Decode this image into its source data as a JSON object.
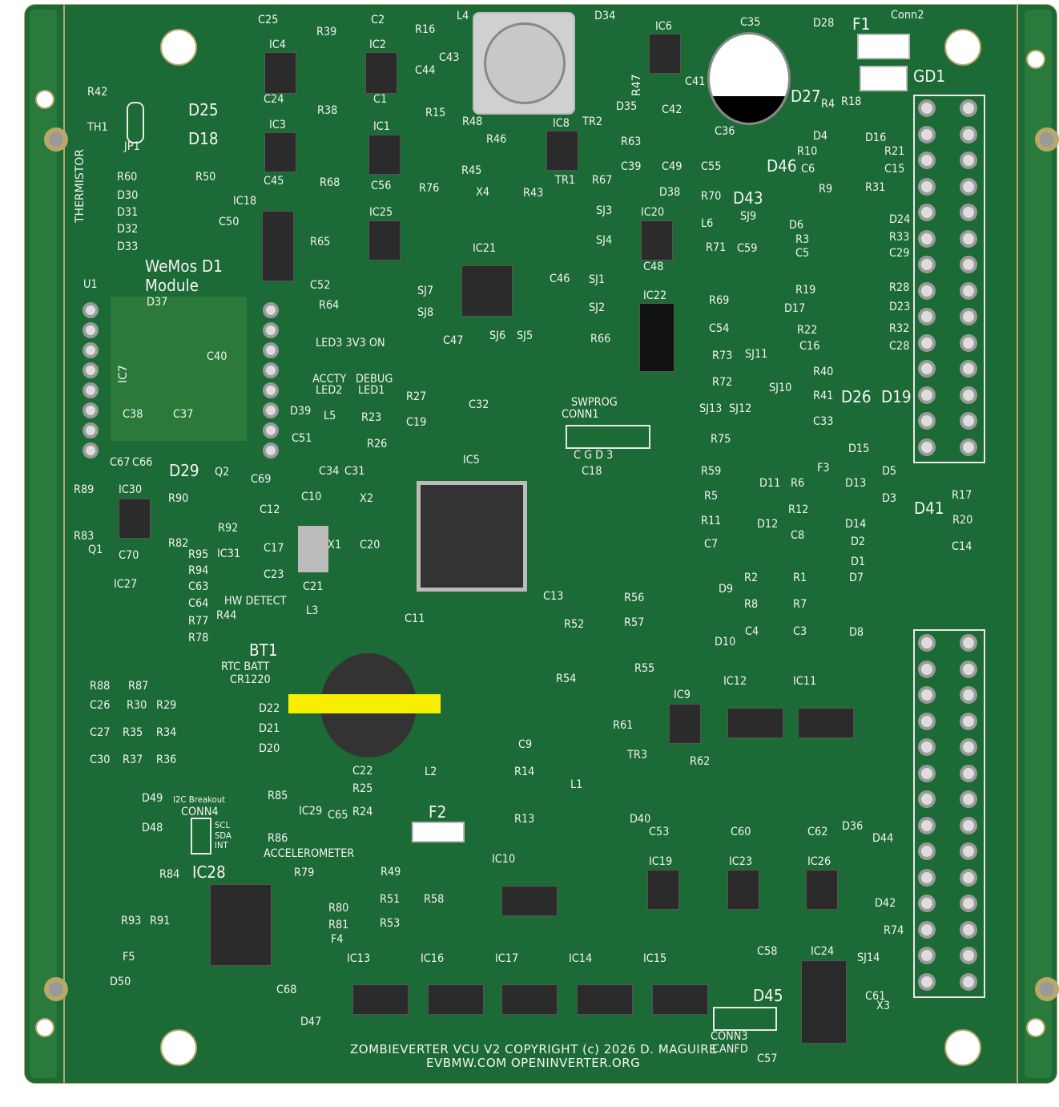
{
  "board": {
    "title_line1": "ZOMBIEVERTER VCU V2 COPYRIGHT (c) 2026 D. MAGUIRE",
    "title_line2": "EVBMW.COM OPENINVERTER.ORG",
    "soldermask_color": "#1c6a35",
    "silk_color": "#f4f4f4"
  },
  "labels": [
    "C25",
    "R39",
    "C2",
    "R16",
    "L4",
    "D34",
    "IC6",
    "C35",
    "F1",
    "Conn2",
    "D28",
    "GD1",
    "IC4",
    "IC2",
    "C43",
    "C44",
    "R47",
    "C41",
    "D27",
    "R4",
    "R18",
    "R42",
    "D25",
    "TH1",
    "JP1",
    "D18",
    "C24",
    "R38",
    "C1",
    "R15",
    "R48",
    "IC8",
    "TR2",
    "D35",
    "C42",
    "C36",
    "D4",
    "D16",
    "IC3",
    "IC1",
    "R46",
    "R63",
    "R10",
    "R21",
    "D46",
    "C6",
    "C15",
    "THERMISTOR",
    "R60",
    "R50",
    "C45",
    "R68",
    "C56",
    "R76",
    "R45",
    "TR1",
    "R67",
    "C39",
    "C49",
    "C55",
    "X4",
    "R43",
    "D38",
    "R70",
    "D43",
    "R9",
    "R31",
    "D30",
    "IC18",
    "IC25",
    "SJ3",
    "IC20",
    "SJ9",
    "L6",
    "D6",
    "D24",
    "D31",
    "C50",
    "R3",
    "R33",
    "D32",
    "R65",
    "SJ4",
    "R71",
    "C59",
    "C5",
    "C29",
    "D33",
    "WeMos D1",
    "Module",
    "IC21",
    "C48",
    "SJ1",
    "C46",
    "U1",
    "C52",
    "SJ7",
    "R19",
    "R28",
    "IC22",
    "D37",
    "R64",
    "SJ8",
    "SJ2",
    "R69",
    "D17",
    "D23",
    "C54",
    "R22",
    "R32",
    "LED3 3V3 ON",
    "C47",
    "SJ6",
    "SJ5",
    "R66",
    "C16",
    "C28",
    "R73",
    "SJ11",
    "C40",
    "IC7",
    "ACCTY",
    "DEBUG",
    "LED2",
    "LED1",
    "R72",
    "R40",
    "R27",
    "SJ10",
    "D26",
    "D19",
    "R41",
    "SWPROG",
    "C32",
    "C38",
    "C37",
    "D39",
    "L5",
    "R23",
    "C19",
    "CONN1",
    "SJ13",
    "SJ12",
    "C33",
    "C51",
    "R26",
    "R75",
    "D15",
    "C  G  D  3",
    "F3",
    "C67",
    "C66",
    "D29",
    "Q2",
    "C34",
    "C31",
    "IC5",
    "C18",
    "R59",
    "D5",
    "C69",
    "R89",
    "IC30",
    "D11",
    "R6",
    "D13",
    "X2",
    "R5",
    "D3",
    "R90",
    "C12",
    "C10",
    "D41",
    "R17",
    "R12",
    "R83",
    "R92",
    "R11",
    "D12",
    "R20",
    "D14",
    "Q1",
    "R82",
    "C8",
    "X1",
    "C17",
    "C20",
    "C7",
    "D2",
    "C14",
    "C70",
    "R95",
    "IC31",
    "D1",
    "IC27",
    "R94",
    "C23",
    "C63",
    "C21",
    "R2",
    "R1",
    "D7",
    "D9",
    "HW DETECT",
    "C64",
    "R56",
    "C13",
    "L3",
    "R44",
    "R8",
    "R7",
    "R77",
    "C11",
    "R52",
    "R57",
    "C4",
    "C3",
    "D8",
    "R78",
    "D10",
    "BT1",
    "RTC BATT",
    "CR1220",
    "R55",
    "R54",
    "IC12",
    "IC11",
    "R88",
    "R87",
    "IC9",
    "C26",
    "R30",
    "R29",
    "D22",
    "R61",
    "D21",
    "C27",
    "R35",
    "R34",
    "C9",
    "TR3",
    "D20",
    "C30",
    "R37",
    "R36",
    "R62",
    "R14",
    "C22",
    "L2",
    "L1",
    "R25",
    "D49",
    "I2C Breakout",
    "CONN4",
    "R85",
    "F2",
    "C65",
    "R24",
    "IC29",
    "R13",
    "D40",
    "D36",
    "SCL",
    "SDA",
    "INT",
    "D48",
    "R86",
    "C53",
    "C60",
    "C62",
    "D44",
    "ACCELEROMETER",
    "IC10",
    "IC19",
    "IC23",
    "IC26",
    "IC28",
    "R84",
    "R79",
    "R49",
    "D42",
    "R51",
    "R58",
    "R80",
    "R93",
    "R91",
    "R81",
    "R53",
    "F4",
    "R74",
    "F5",
    "IC13",
    "IC16",
    "IC17",
    "IC14",
    "IC15",
    "C58",
    "IC24",
    "SJ14",
    "D50",
    "C68",
    "D45",
    "C61",
    "X3",
    "D47",
    "CONN3",
    "CANFD",
    "C57"
  ]
}
